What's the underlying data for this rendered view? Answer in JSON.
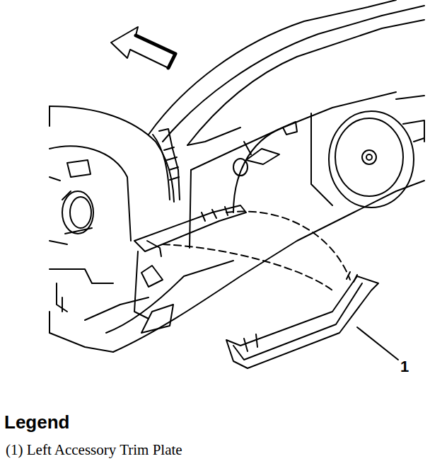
{
  "diagram": {
    "labels": [
      "1",
      "Legend",
      "(1) Left Accessory Trim Plate"
    ]
  }
}
